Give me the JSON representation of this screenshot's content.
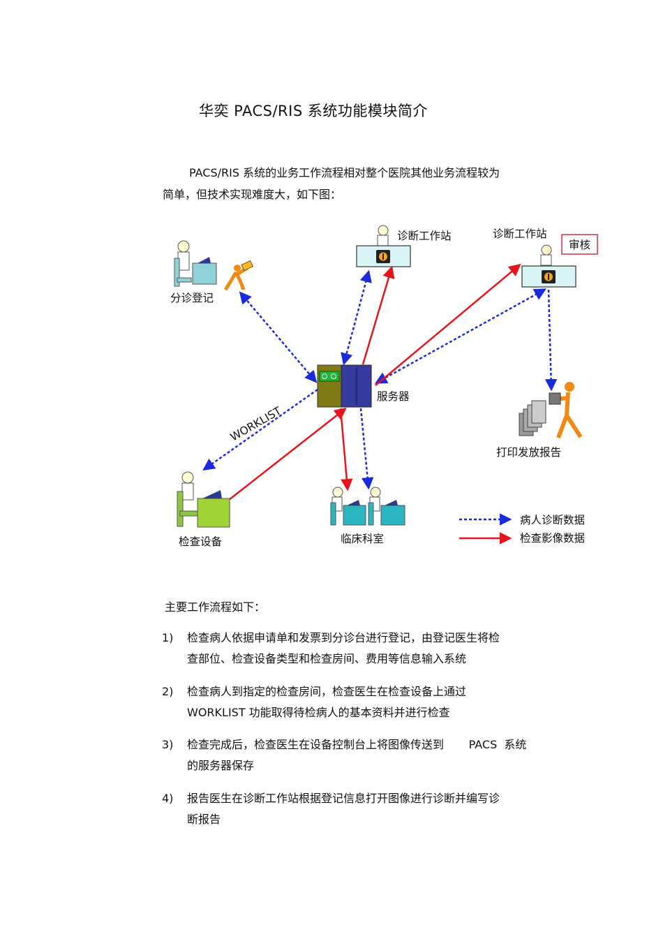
{
  "title": "华奕  PACS/RIS  系统功能模块简介",
  "intro": {
    "line1": "PACS/RIS  系统的业务工作流程相对整个医院其他业务流程较为",
    "line2": "简单，但技术实现难度大，如下图："
  },
  "diagram": {
    "nodes": {
      "triage": "分诊登记",
      "workstation1": "诊断工作站",
      "workstation2": "诊断工作站",
      "review": "审核",
      "server": "服务器",
      "print": "打印发放报告",
      "exam_device": "检查设备",
      "clinical": "临床科室",
      "worklist": "WORKLIST"
    },
    "legend": {
      "patient_data": "病人诊断数据",
      "image_data": "检查影像数据"
    },
    "colors": {
      "patient_data": "#1a2bdc",
      "image_data": "#e8141b",
      "review_border": "#c8102e"
    }
  },
  "steps_heading": "主要工作流程如下：",
  "steps": [
    {
      "num": "1)",
      "line1": "检查病人依据申请单和发票到分诊台进行登记，由登记医生将检",
      "line2": "查部位、检查设备类型和检查房间、费用等信息输入系统"
    },
    {
      "num": "2)",
      "line1": "检查病人到指定的检查房间，检查医生在检查设备上通过",
      "line2": "WORKLIST  功能取得待检病人的基本资料并进行检查"
    },
    {
      "num": "3)",
      "line1": "检查完成后，检查医生在设备控制台上将图像传送到       PACS  系统",
      "line2": "的服务器保存"
    },
    {
      "num": "4)",
      "line1": "报告医生在诊断工作站根据登记信息打开图像进行诊断并编写诊",
      "line2": "断报告"
    }
  ]
}
